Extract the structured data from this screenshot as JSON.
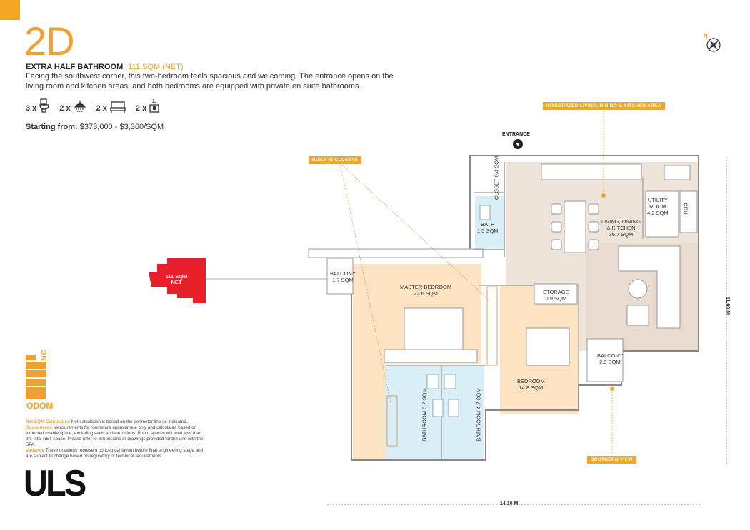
{
  "header": {
    "unit_code": "2D",
    "subtitle": "EXTRA HALF BATHROOM",
    "area": "111 SQM (NET)",
    "description": "Facing the southwest corner, this two-bedroom feels spacious and welcoming. The entrance opens on the living room and kitchen areas, and both bedrooms are equipped with private en suite bathrooms."
  },
  "features": [
    {
      "count": "3 x",
      "icon": "toilet-icon"
    },
    {
      "count": "2 x",
      "icon": "shower-icon"
    },
    {
      "count": "2 x",
      "icon": "bed-icon"
    },
    {
      "count": "2 x",
      "icon": "sink-icon"
    }
  ],
  "price": {
    "label": "Starting from:",
    "value": "$373,000 - $3,360/SQM"
  },
  "compass": {
    "label": "N"
  },
  "tags": {
    "integrated": "INTEGRATED LIVING, DINING & KITCHEN AREA",
    "closets": "BUILT IN CLOSETS",
    "southern": "SOUTHERN VIEW",
    "entrance": "ENTRANCE"
  },
  "area_badge": {
    "line1": "111 SQM",
    "line2": "NET"
  },
  "rooms": {
    "closet": [
      "CLOSET",
      "0.4 SQM"
    ],
    "bath": [
      "BATH",
      "1.5 SQM"
    ],
    "living": [
      "LIVING, DINING",
      "& KITCHEN",
      "36.7 SQM"
    ],
    "utility": [
      "UTILITY",
      "ROOM",
      "4.2 SQM"
    ],
    "balcony1": [
      "BALCONY",
      "1.7 SQM"
    ],
    "master": [
      "MASTER BEDROOM",
      "22.6 SQM"
    ],
    "storage": [
      "STORAGE",
      "0.9 SQM"
    ],
    "bedroom": [
      "BEDROOM",
      "14.8 SQM"
    ],
    "balcony2": [
      "BALCONY",
      "2.9 SQM"
    ],
    "bathroom1": [
      "BATHROOM",
      "5.2 SQM"
    ],
    "bathroom2": [
      "BATHROOM",
      "4.7 SQM"
    ],
    "cdu": "CDU"
  },
  "dimensions": {
    "width": "14.10 M",
    "height": "11.60 M"
  },
  "logo": {
    "brand": "ODOM",
    "sub": "LIVING",
    "developer": "ULS"
  },
  "notes": [
    {
      "head": "Net SQM Calculation",
      "text": "Net calculation is based on the perimeter line as indicated."
    },
    {
      "head": "Room Areas",
      "text": "Measurements for rooms are approximate only and calculated based on expected usable space, excluding walls and extrusions. Room spaces will total less than the total NET space. Please refer to dimensions or drawings provided for the unit with the SPA."
    },
    {
      "head": "Variance",
      "text": "These drawings represent conceptual layout before final engineering stage and are subject to change based on regulatory or technical requirements."
    }
  ],
  "colors": {
    "accent": "#f5a623",
    "badge": "#e8202a",
    "living_fill": "#efe4da",
    "bedroom_fill": "#fde3c2",
    "bath_fill": "#d9eef6"
  }
}
